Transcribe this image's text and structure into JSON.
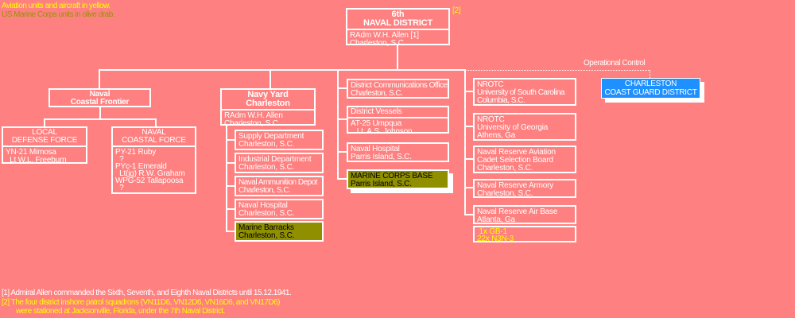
{
  "colors": {
    "background": "#FF8080",
    "box_border": "#FFFFFF",
    "aviation_yellow": "#FFFF00",
    "marine_olive": "#8F8F00",
    "coast_guard_blue": "#1E90FF"
  },
  "legend": {
    "aviation_note": "Aviation units and aircraft in yellow.",
    "marine_note": "US Marine Corps units in olive drab."
  },
  "labels": {
    "footnote2_marker": "[2]",
    "operational_control": "Operational Control"
  },
  "org": {
    "district": {
      "title": [
        "6th",
        "NAVAL DISTRICT"
      ],
      "body": [
        "RAdm W.H. Allen [1]",
        "Charleston, S.C."
      ]
    },
    "naval_coastal_frontier": {
      "title": [
        "Naval",
        "Coastal Frontier"
      ]
    },
    "local_defense_force": {
      "title": [
        "LOCAL",
        "DEFENSE FORCE"
      ],
      "body": [
        "YN-21 Mimosa",
        "  Lt W.L. Freeburn"
      ]
    },
    "naval_coastal_force": {
      "title": [
        "NAVAL",
        "COASTAL FORCE"
      ],
      "body": [
        "PY-21 Ruby",
        "  ?",
        "PYc-1 Emerald",
        "  Lt(jg) R.W. Graham",
        "WPG-52 Tallapoosa",
        "  ?"
      ]
    },
    "navy_yard": {
      "title": [
        "Navy Yard",
        "Charleston"
      ],
      "body": [
        "RAdm W.H. Allen",
        "Charleston, S.C."
      ]
    },
    "supply_department": {
      "body": [
        "Supply Department",
        "Charleston, S.C."
      ]
    },
    "industrial_department": {
      "body": [
        "Industrial Department",
        "Charleston, S.C."
      ]
    },
    "naval_ammunition_depot": {
      "body": [
        "Naval Ammunition Depot",
        "Charleston, S.C."
      ]
    },
    "naval_hospital_charleston": {
      "body": [
        "Naval Hospital",
        "Charleston, S.C."
      ]
    },
    "marine_barracks": {
      "body": [
        "Marine Barracks",
        "Charleston, S.C."
      ]
    },
    "district_communications_office": {
      "body": [
        "District Communications Office",
        "Charleston, S.C."
      ]
    },
    "district_vessels": {
      "title": [
        "District Vessels"
      ],
      "body": [
        "AT-25 Umpqua",
        "   Lt  A.S. Johnson"
      ]
    },
    "naval_hospital_parris_island": {
      "body": [
        "Naval Hospital",
        "Parris Island, S.C."
      ]
    },
    "marine_corps_base": {
      "body": [
        "MARINE CORPS BASE",
        "Parris Island, S.C."
      ]
    },
    "nrotc_south_carolina": {
      "body": [
        "NROTC",
        "University of South Carolina",
        "Columbia, S.C."
      ]
    },
    "nrotc_georgia": {
      "body": [
        "NROTC",
        "University of Georgia",
        "Athens, Ga"
      ]
    },
    "naval_reserve_aviation_board": {
      "body": [
        "Naval Reserve Aviation",
        "Cadet Selection Board",
        "Charleston, S.C."
      ]
    },
    "naval_reserve_armory": {
      "body": [
        "Naval Reserve Armory",
        "Charleston, S.C."
      ]
    },
    "naval_reserve_air_base": {
      "body": [
        "Naval Reserve Air Base",
        "Atlanta, Ga"
      ]
    },
    "air_base_aircraft": {
      "body": [
        " 1x GB-1",
        "22x N3N-3"
      ]
    },
    "coast_guard_district": {
      "title": [
        "CHARLESTON",
        "COAST GUARD DISTRICT"
      ]
    }
  },
  "footnotes": {
    "f1": "[1] Admiral Allen commanded the Sixth, Seventh, and Eighth Naval Districts until 15.12.1941.",
    "f2": "[2] The four district inshore patrol squadrons (VN11D6, VN12D6, VN16D6, and VN17D6)",
    "f3": "were stationed at Jacksonville, Florida, under the 7th Naval District."
  }
}
